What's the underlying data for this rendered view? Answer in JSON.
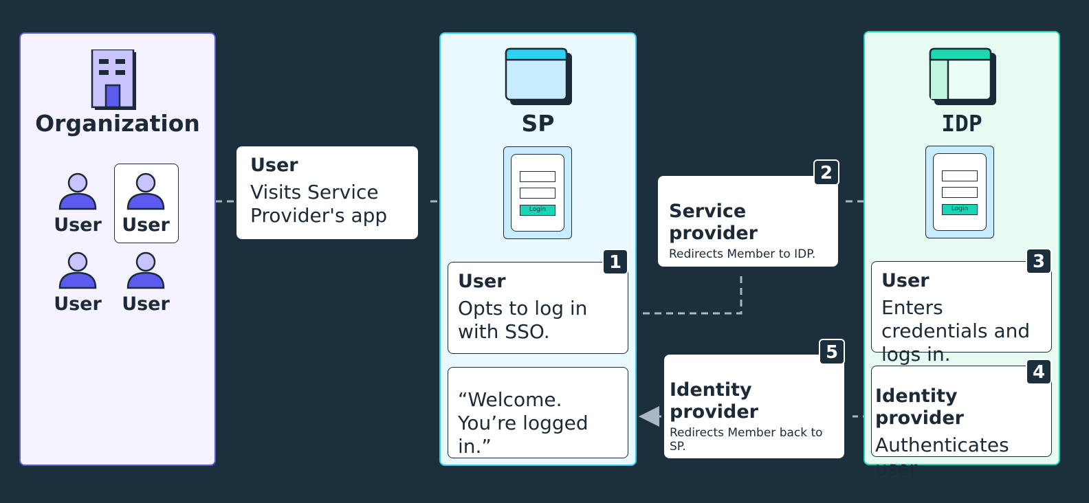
{
  "colors": {
    "background": "#1b2f3c",
    "org_panel": "#f5f3ff",
    "org_border": "#5b5bd6",
    "sp_panel": "#eaf8ff",
    "sp_border": "#2fd0f0",
    "idp_panel": "#e8fbf2",
    "idp_border": "#1fd8b0",
    "login_button": "#18d6b4",
    "connector": "#a9b8c2"
  },
  "organization": {
    "title": "Organization",
    "icon": "building-icon",
    "users": [
      "User",
      "User",
      "User",
      "User"
    ]
  },
  "sp": {
    "title": "SP",
    "icon": "browser-window-icon",
    "login_label": "Login"
  },
  "idp": {
    "title": "IDP",
    "icon": "split-window-icon",
    "login_label": "Login"
  },
  "cards": {
    "visit": {
      "title": "User",
      "body": "Visits Service Provider's app"
    },
    "step1": {
      "badge": "1",
      "title": "User",
      "body": "Opts to log in with SSO."
    },
    "step2": {
      "badge": "2",
      "title": "Service provider",
      "body": "Redirects Member to IDP."
    },
    "step3": {
      "badge": "3",
      "title": "User",
      "body": "Enters credentials and logs in."
    },
    "step4": {
      "badge": "4",
      "title": "Identity provider",
      "body": "Authenticates user"
    },
    "step5": {
      "badge": "5",
      "title": "Identity provider",
      "body": "Redirects Member back to SP."
    },
    "welcome": {
      "line1": "“Welcome.",
      "line2": "You’re logged in.”"
    }
  }
}
